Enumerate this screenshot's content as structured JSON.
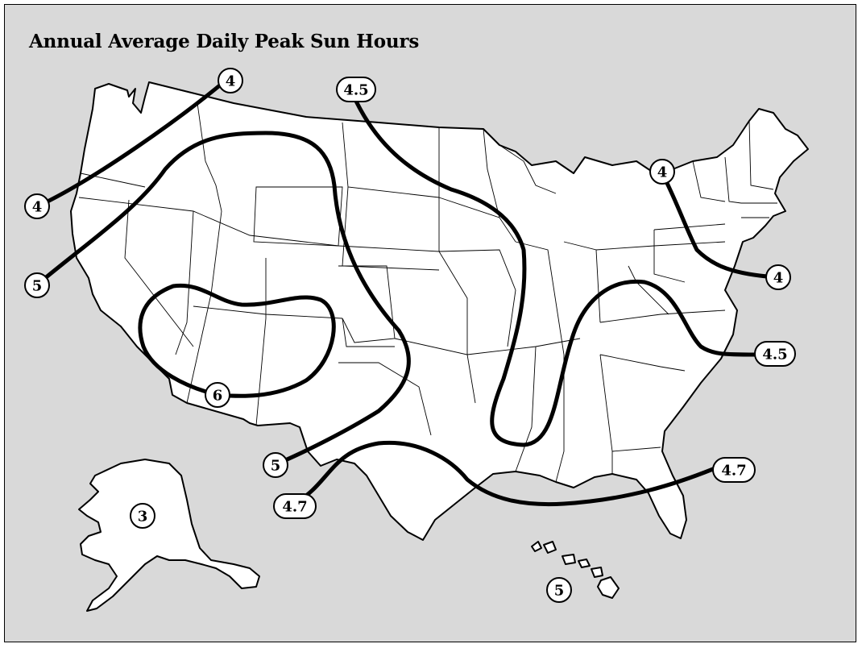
{
  "map": {
    "title": "Annual Average Daily Peak Sun Hours",
    "colors": {
      "background": "#d9d9d9",
      "land": "#ffffff",
      "lines": "#000000"
    },
    "markers": [
      {
        "id": "m-4-nw-top",
        "label": "4",
        "region": "Pacific Northwest"
      },
      {
        "id": "m-4-nw-left",
        "label": "4",
        "region": "Pacific coast"
      },
      {
        "id": "m-5-west",
        "label": "5",
        "region": "California coast"
      },
      {
        "id": "m-45-north",
        "label": "4.5",
        "region": "Northern plains"
      },
      {
        "id": "m-4-ne-top",
        "label": "4",
        "region": "New York"
      },
      {
        "id": "m-4-ne-right",
        "label": "4",
        "region": "Mid-Atlantic coast"
      },
      {
        "id": "m-45-east",
        "label": "4.5",
        "region": "North Carolina coast"
      },
      {
        "id": "m-6",
        "label": "6",
        "region": "Southwest"
      },
      {
        "id": "m-5-south",
        "label": "5",
        "region": "West Texas"
      },
      {
        "id": "m-47-texas",
        "label": "4.7",
        "region": "South Texas"
      },
      {
        "id": "m-47-gulf",
        "label": "4.7",
        "region": "Gulf coast / Florida"
      },
      {
        "id": "m-3-alaska",
        "label": "3",
        "region": "Alaska"
      },
      {
        "id": "m-5-hawaii",
        "label": "5",
        "region": "Hawaii"
      }
    ]
  }
}
